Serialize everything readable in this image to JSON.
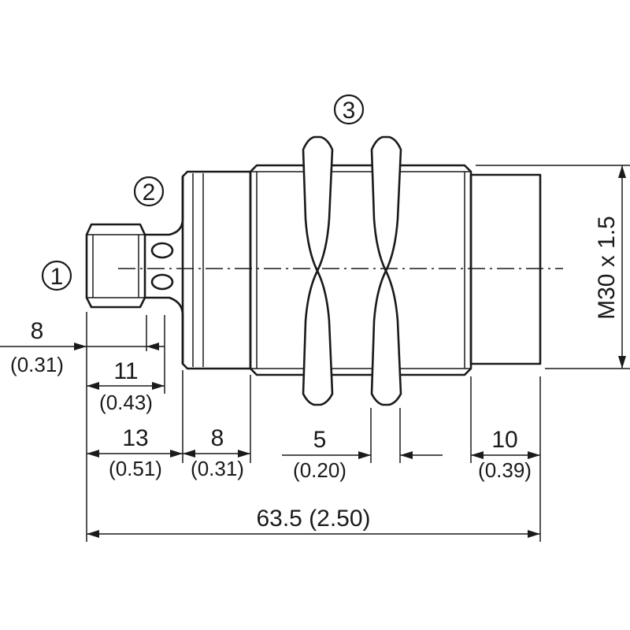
{
  "callouts": {
    "c1": "1",
    "c2": "2",
    "c3": "3"
  },
  "dimensions": {
    "d8a": {
      "mm": "8",
      "inch": "(0.31)"
    },
    "d11": {
      "mm": "11",
      "inch": "(0.43)"
    },
    "d13": {
      "mm": "13",
      "inch": "(0.51)"
    },
    "d8b": {
      "mm": "8",
      "inch": "(0.31)"
    },
    "d5": {
      "mm": "5",
      "inch": "(0.20)"
    },
    "d10": {
      "mm": "10",
      "inch": "(0.39)"
    },
    "total": {
      "label": "63.5 (2.50)"
    },
    "thread": {
      "label": "M30 x 1.5"
    }
  }
}
